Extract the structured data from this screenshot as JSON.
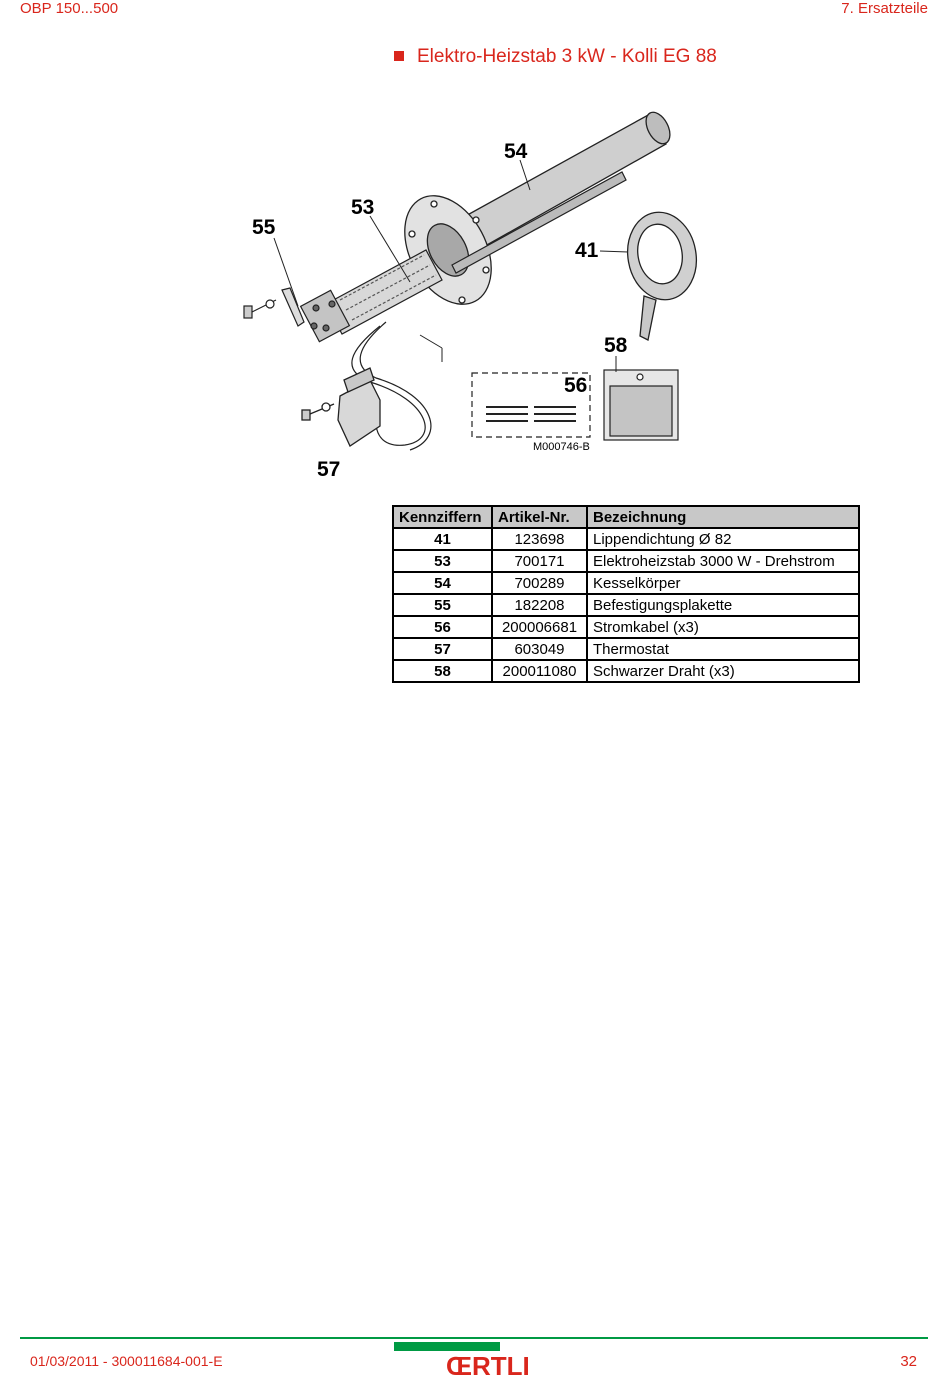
{
  "header": {
    "left": "OBP 150...500",
    "right": "7.  Ersatzteile"
  },
  "section": {
    "title": "Elektro-Heizstab 3 kW - Kolli EG 88"
  },
  "figure": {
    "callouts": {
      "c55": "55",
      "c53": "53",
      "c54": "54",
      "c41": "41",
      "c58": "58",
      "c56": "56",
      "c57": "57"
    },
    "reference": "M000746-B"
  },
  "table": {
    "headers": [
      "Kennziffern",
      "Artikel-Nr.",
      "Bezeichnung"
    ],
    "rows": [
      {
        "ref": "41",
        "article": "123698",
        "description": "Lippendichtung Ø 82"
      },
      {
        "ref": "53",
        "article": "700171",
        "description": "Elektroheizstab 3000 W - Drehstrom"
      },
      {
        "ref": "54",
        "article": "700289",
        "description": "Kesselkörper"
      },
      {
        "ref": "55",
        "article": "182208",
        "description": "Befestigungsplakette"
      },
      {
        "ref": "56",
        "article": "200006681",
        "description": "Stromkabel (x3)"
      },
      {
        "ref": "57",
        "article": "603049",
        "description": "Thermostat"
      },
      {
        "ref": "58",
        "article": "200011080",
        "description": "Schwarzer Draht (x3)"
      }
    ]
  },
  "footer": {
    "date_doc": "01/03/2011  - 300011684-001-E",
    "logo": "ŒRTLI",
    "page": "32"
  },
  "colors": {
    "accent": "#d9261c",
    "brand_green": "#009a44",
    "table_header_bg": "#c8c8c8"
  }
}
